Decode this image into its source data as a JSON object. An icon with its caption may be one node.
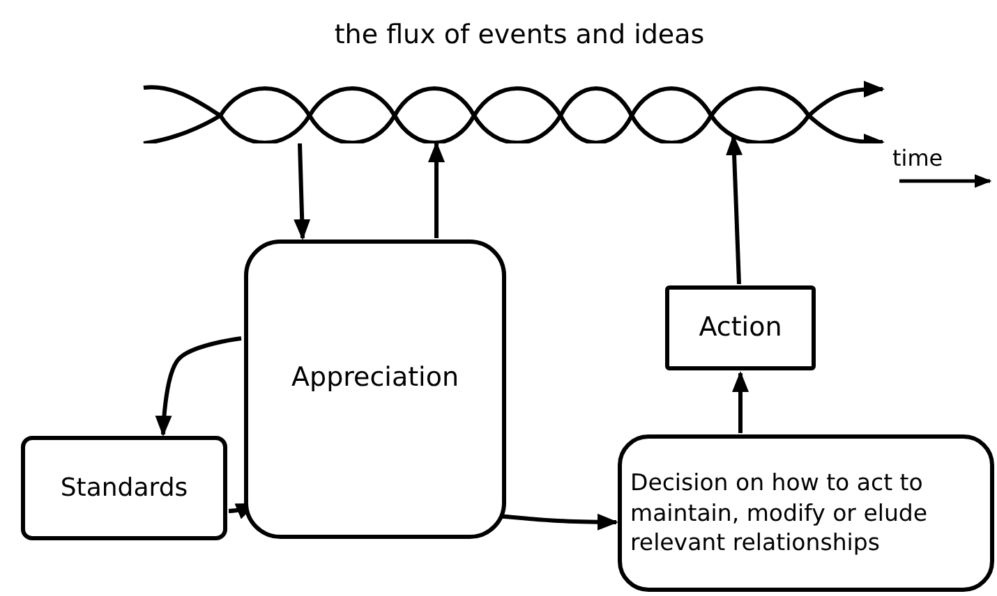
{
  "diagram": {
    "nodes": [
      {
        "text": [
          "the flux of events and ideas"
        ]
      },
      {
        "text": [
          "Appreciation"
        ]
      },
      {
        "text": [
          "Standards"
        ]
      },
      {
        "text": [
          "Action"
        ]
      },
      {
        "text": [
          "Decision on how to act to maintain, modify or elude relevant relationships"
        ]
      }
    ],
    "edges": [
      {
        "from": 0,
        "to": 1,
        "arrow": "to"
      },
      {
        "from": 1,
        "to": 0,
        "arrow": "to"
      },
      {
        "from": 1,
        "to": 2,
        "arrow": "to"
      },
      {
        "from": 2,
        "to": 1,
        "arrow": "to"
      },
      {
        "from": 1,
        "to": 4,
        "arrow": "to"
      },
      {
        "from": 4,
        "to": 3,
        "arrow": "to"
      },
      {
        "from": 3,
        "to": 0,
        "arrow": "to"
      }
    ],
    "labels": [
      "time"
    ]
  }
}
